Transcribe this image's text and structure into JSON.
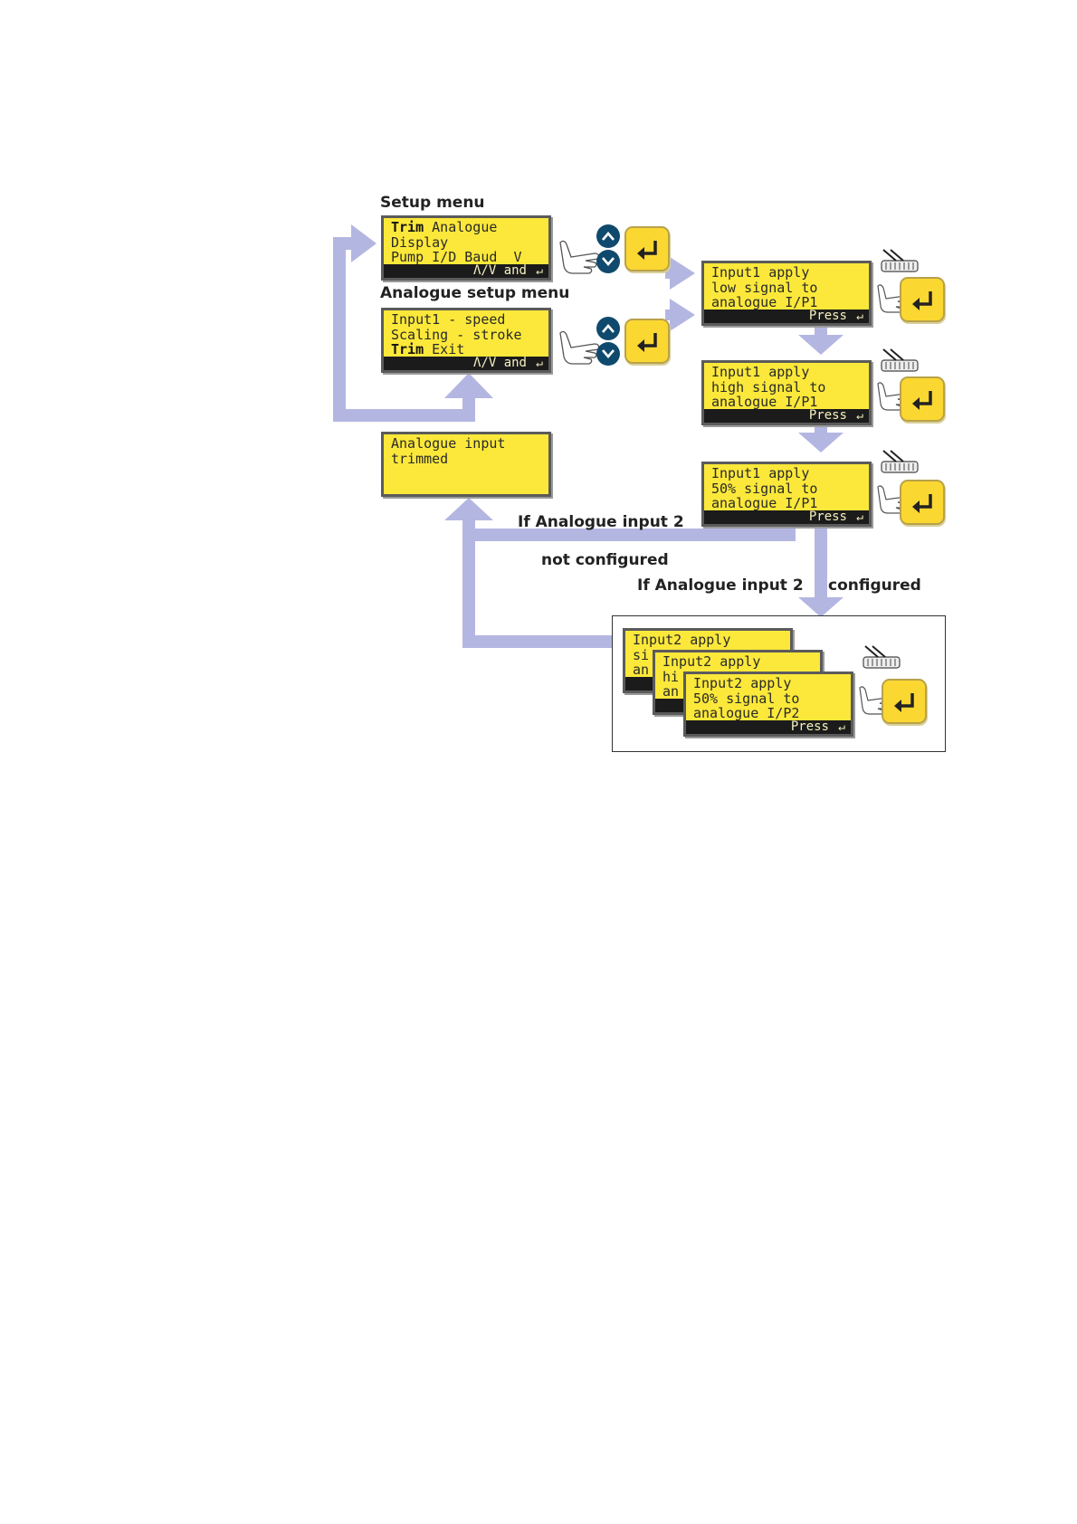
{
  "labels": {
    "setup_menu": "Setup menu",
    "analogue_setup_menu": "Analogue setup menu",
    "if_input2": "If Analogue input 2",
    "not_configured": "not configured",
    "if_input2_configured": "If Analogue input 2",
    "configured": "configured"
  },
  "screens": {
    "setup": {
      "row1_bold": "Trim",
      "row1_rest": " Analogue",
      "row2": "Display",
      "row3": "Pump I/D Baud  V",
      "bar": "Λ/V and"
    },
    "analogue": {
      "row1": "Input1 - speed",
      "row2": "Scaling - stroke",
      "row3_bold": "Trim",
      "row3_rest": " Exit",
      "bar": "Λ/V and"
    },
    "trimmed": {
      "row1": "Analogue input",
      "row2": "trimmed"
    },
    "in1_low": {
      "row1": "Input1 apply",
      "row2": "low signal to",
      "row3": "analogue I/P1",
      "bar": "Press"
    },
    "in1_high": {
      "row1": "Input1 apply",
      "row2": "high signal to",
      "row3": "analogue I/P1",
      "bar": "Press"
    },
    "in1_50": {
      "row1": "Input1 apply",
      "row2": "50% signal to",
      "row3": "analogue I/P1",
      "bar": "Press"
    },
    "in2_back": {
      "row1": "Input2 apply",
      "row2": "si",
      "row3": "an"
    },
    "in2_mid": {
      "row1": "Input2 apply",
      "row2": "hi",
      "row3": "an"
    },
    "in2_front": {
      "row1": "Input2 apply",
      "row2": "50% signal to",
      "row3": "analogue I/P2",
      "bar": "Press"
    }
  },
  "colors": {
    "lcd": "#fbe83a",
    "arrow": "#b4b6e2",
    "key": "#fbd731",
    "nav_button": "#0f4a6e"
  },
  "icons": [
    "up-arrow-icon",
    "down-arrow-icon",
    "enter-key-icon",
    "pointing-hand-icon",
    "signal-source-icon"
  ]
}
